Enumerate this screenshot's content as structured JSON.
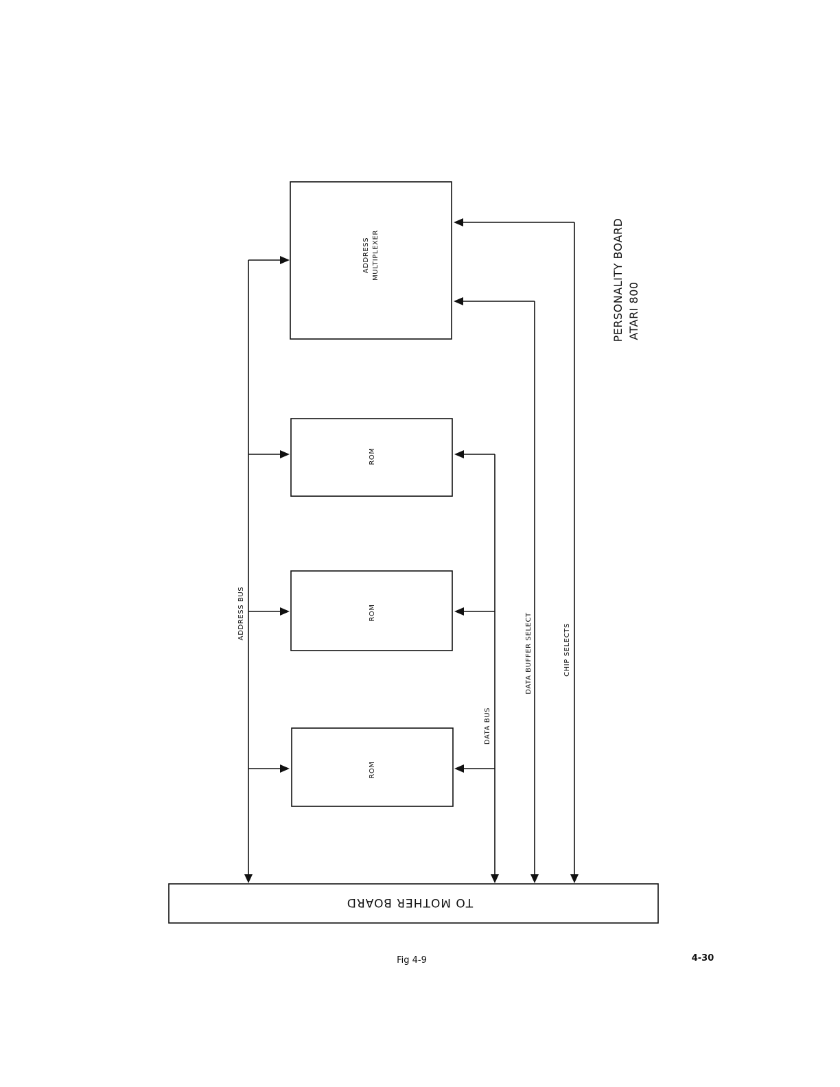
{
  "diagram": {
    "blocks": {
      "address_multiplexer_line1": "ADDRESS",
      "address_multiplexer_line2": "MULTIPLEXER",
      "rom_1": "ROM",
      "rom_2": "ROM",
      "rom_3": "ROM",
      "mother_board": "TO MOTHER BOARD"
    },
    "buses": {
      "address_bus": "ADDRESS BUS",
      "data_bus": "DATA BUS",
      "data_buffer_select": "DATA BUFFER SELECT",
      "chip_selects": "CHIP SELECTS"
    },
    "title": {
      "line1": "PERSONALITY BOARD",
      "line2": "ATARI 800"
    }
  },
  "caption": "Fig 4-9",
  "page_number": "4-30"
}
